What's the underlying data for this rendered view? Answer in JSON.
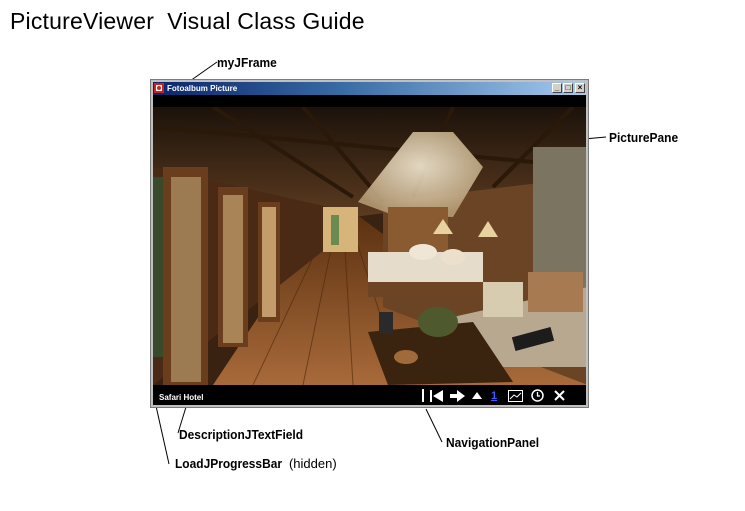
{
  "page": {
    "title": "PictureViewer  Visual Class Guide"
  },
  "window": {
    "title": "Fotoalbum Picture",
    "buttons": {
      "minimize": "_",
      "maximize": "□",
      "close": "×"
    }
  },
  "picture": {
    "description": "Safari Hotel",
    "page_number": "1"
  },
  "callouts": {
    "frame": "myJFrame",
    "picture_pane": "PicturePane",
    "description_field": "DescriptionJTextField",
    "navigation_panel": "NavigationPanel",
    "progress_bar": "LoadJProgressBar",
    "progress_bar_note": "(hidden)"
  },
  "nav_icons": [
    "separator-icon",
    "first-picture-icon",
    "next-picture-icon",
    "up-icon",
    "page-link",
    "slideshow-icon",
    "timer-icon",
    "close-icon"
  ],
  "colors": {
    "background": "#ffffff",
    "titlebar_start": "#0a246a",
    "titlebar_end": "#a6caf0",
    "nav_background": "#000000",
    "page_link": "#3d5bff"
  }
}
